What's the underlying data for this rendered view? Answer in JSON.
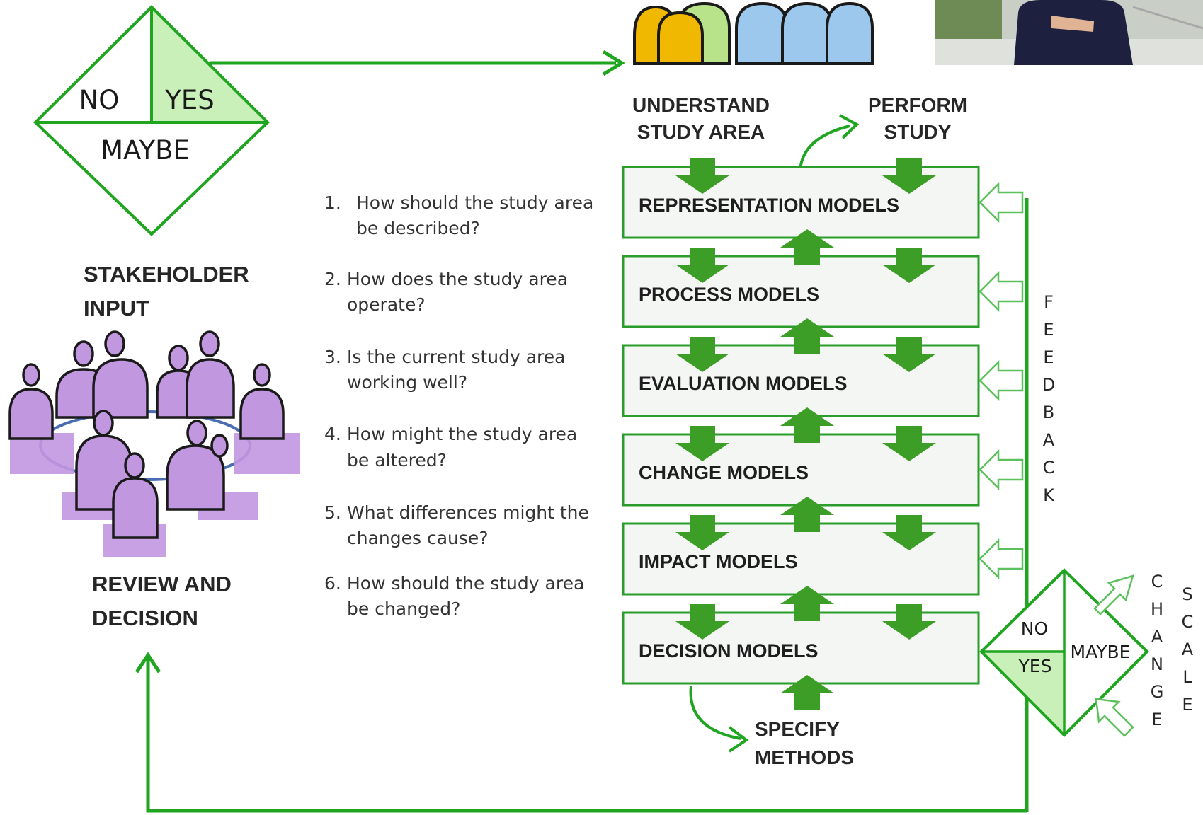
{
  "stakeholder_diamond": {
    "no": "NO",
    "yes": "YES",
    "maybe": "MAYBE"
  },
  "left_labels": {
    "stakeholder_input": [
      "STAKEHOLDER",
      "INPUT"
    ],
    "review_decision": [
      "REVIEW AND",
      "DECISION"
    ]
  },
  "top_labels": {
    "understand": [
      "UNDERSTAND",
      "STUDY AREA"
    ],
    "perform": [
      "PERFORM",
      "STUDY"
    ]
  },
  "questions": [
    {
      "num": "1.",
      "lines": [
        "How should the study area",
        "be described?"
      ]
    },
    {
      "num": "2.",
      "lines": [
        "How does the study area",
        "operate?"
      ]
    },
    {
      "num": "3.",
      "lines": [
        "Is the current study area",
        "working well?"
      ]
    },
    {
      "num": "4.",
      "lines": [
        "How might the study area",
        "be altered?"
      ]
    },
    {
      "num": "5.",
      "lines": [
        "What differences might the",
        "changes cause?"
      ]
    },
    {
      "num": "6.",
      "lines": [
        "How should the study area",
        "be changed?"
      ]
    }
  ],
  "models": [
    "REPRESENTATION  MODELS",
    "PROCESS  MODELS",
    "EVALUATION  MODELS",
    "CHANGE  MODELS",
    "IMPACT  MODELS",
    "DECISION  MODELS"
  ],
  "feedback_letters": [
    "F",
    "E",
    "E",
    "D",
    "B",
    "A",
    "C",
    "K"
  ],
  "decision_diamond": {
    "no": "NO",
    "yes": "YES",
    "maybe": "MAYBE"
  },
  "change_letters": [
    "C",
    "H",
    "A",
    "N",
    "G",
    "E"
  ],
  "scale_letters": [
    "S",
    "C",
    "A",
    "L",
    "E"
  ],
  "specify": [
    "SPECIFY",
    "METHODS"
  ],
  "colors": {
    "green_line": "#1fa51f",
    "green_arrow": "#3c9e26",
    "green_fill": "#c8f0b8",
    "box_border": "#2a9d2a",
    "box_fill": "#f4f6f4",
    "purple": "#c197e0",
    "purple_dark": "#a874d4"
  }
}
